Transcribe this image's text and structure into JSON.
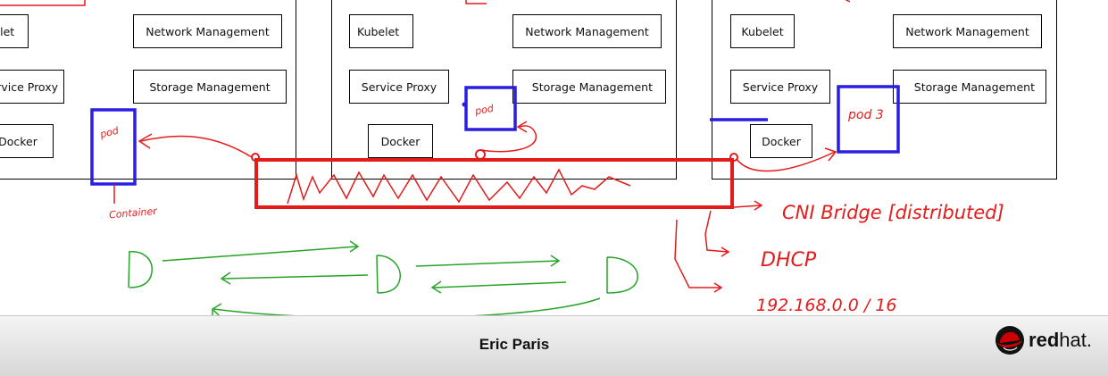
{
  "nodes": [
    {
      "kubelet": "Kubelet",
      "network": "Network Management",
      "proxy": "Service Proxy",
      "storage": "Storage Management",
      "docker": "Docker"
    },
    {
      "kubelet": "Kubelet",
      "network": "Network Management",
      "proxy": "Service Proxy",
      "storage": "Storage Management",
      "docker": "Docker"
    },
    {
      "kubelet": "Kubelet",
      "network": "Network Management",
      "proxy": "Service Proxy",
      "storage": "Storage Management",
      "docker": "Docker"
    }
  ],
  "annotations": {
    "pod_left": "pod",
    "pod_middle": "pod",
    "pod_right": "pod 3",
    "container": "Container",
    "bridge": "CNI Bridge [distributed]",
    "dhcp": "DHCP",
    "subnet": "192.168.0.0 / 16"
  },
  "colors": {
    "annotation_red": "#e41b1b",
    "pod_blue": "#2a1fe0",
    "flow_green": "#27a327"
  },
  "footer": {
    "presenter": "Eric Paris",
    "logo_bold": "red",
    "logo_light": "hat."
  }
}
